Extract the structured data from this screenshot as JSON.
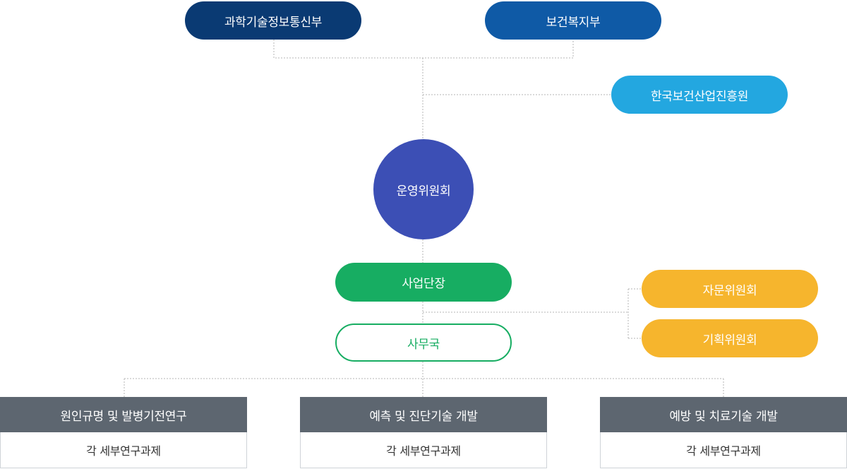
{
  "top": {
    "msit": "과학기술정보통신부",
    "mohw": "보건복지부"
  },
  "agency": "한국보건산업진흥원",
  "committee": "운영위원회",
  "director": "사업단장",
  "secretariat": "사무국",
  "advisory": {
    "consult": "자문위원회",
    "planning": "기획위원회"
  },
  "tasks": [
    {
      "title": "원인규명 및 발병기전연구",
      "sub": "각 세부연구과제"
    },
    {
      "title": "예측 및 진단기술 개발",
      "sub": "각 세부연구과제"
    },
    {
      "title": "예방 및 치료기술 개발",
      "sub": "각 세부연구과제"
    }
  ],
  "colors": {
    "navy": "#0a3a73",
    "blue": "#0f5aa6",
    "sky": "#23a7e0",
    "indigo": "#3c4fb5",
    "green": "#17ad62",
    "yellow": "#f6b52d",
    "gray": "#5d6670"
  }
}
